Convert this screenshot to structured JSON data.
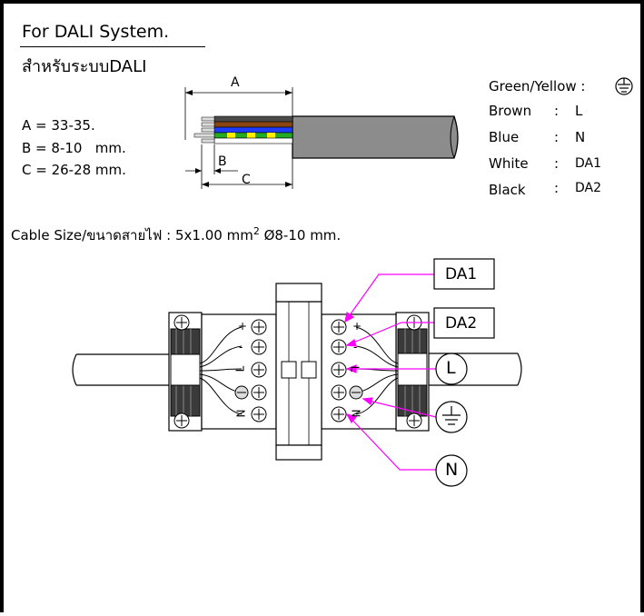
{
  "header": {
    "title": "For DALI System.",
    "title_thai": "สำหรับระบบDALI"
  },
  "dimensions": {
    "a": "A = 33-35.",
    "b": "B = 8-10   mm.",
    "c": "C = 26-28 mm.",
    "label_a": "A",
    "label_b": "B",
    "label_c": "C"
  },
  "wires": {
    "green_yellow": "Green/Yellow :",
    "brown": "Brown",
    "brown_code": "L",
    "blue": "Blue",
    "blue_code": "N",
    "white": "White",
    "white_code": "DA1",
    "black": "Black",
    "black_code": "DA2",
    "separator": ":"
  },
  "cable_size": {
    "text_prefix": "Cable Size/ขนาดสายไฟ : 5x1.00 mm",
    "superscript": "2",
    "text_suffix": " Ø8-10 mm."
  },
  "terminal": {
    "callout_da1": "DA1",
    "callout_da2": "DA2",
    "callout_l": "L",
    "callout_n": "N",
    "mark_plus": "+",
    "mark_minus": "-",
    "mark_l": "L",
    "mark_n": "N"
  },
  "colors": {
    "callout_line": "#ff00ff",
    "brown_wire": "#8b4513",
    "blue_wire": "#1e3cff",
    "green_wire": "#22aa22",
    "yellow_wire": "#ffee00",
    "cable_gray": "#8c8c8c"
  }
}
